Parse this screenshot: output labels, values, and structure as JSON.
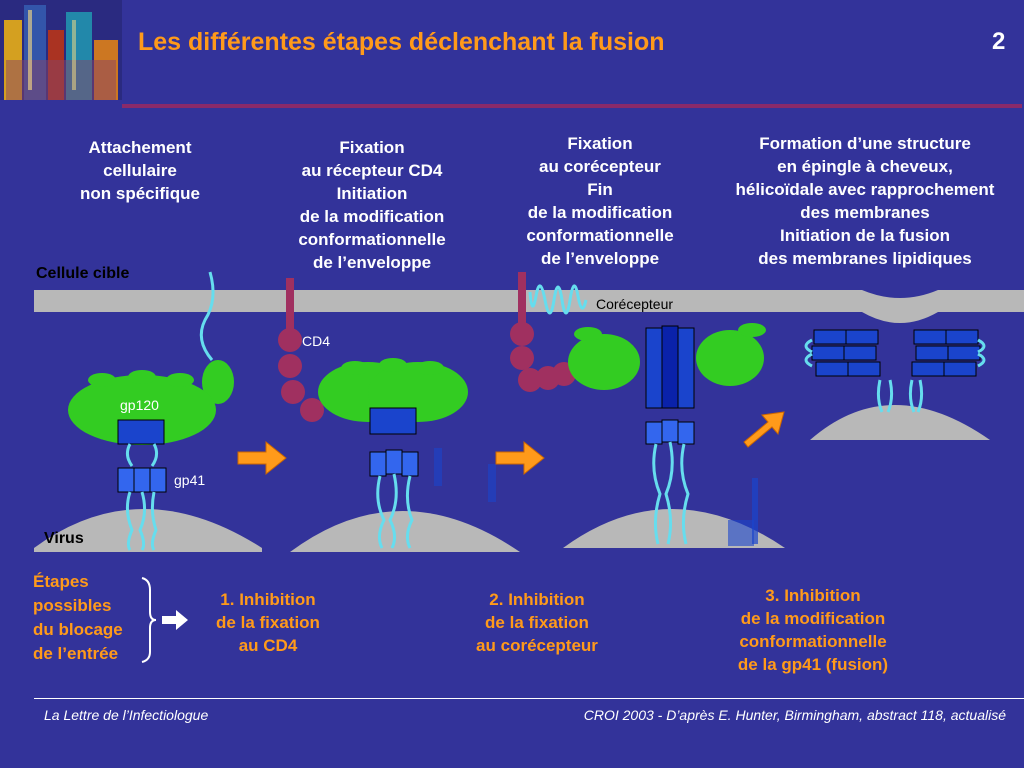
{
  "title": "Les différentes étapes déclenchant la fusion",
  "page_number": "2",
  "stages": [
    {
      "text": "Attachement\ncellulaire\nnon spécifique"
    },
    {
      "text": "Fixation\nau récepteur CD4\nInitiation\nde la modification\nconformationnelle\nde l’enveloppe"
    },
    {
      "text": "Fixation\nau corécepteur\nFin\nde la modification\nconformationnelle\nde l’enveloppe"
    },
    {
      "text": "Formation d’une structure\nen épingle à cheveux,\nhélicoïdale avec rapprochement\ndes membranes\nInitiation de la fusion\ndes membranes lipidiques"
    }
  ],
  "labels": {
    "target_cell": "Cellule cible",
    "virus": "Virus",
    "gp120": "gp120",
    "gp41": "gp41",
    "cd4": "CD4",
    "coreceptor": "Corécepteur"
  },
  "blocking": {
    "intro": "Étapes\npossibles\ndu blocage\nde l’entrée",
    "items": [
      "1. Inhibition\nde la fixation\nau CD4",
      "2. Inhibition\nde la fixation\nau corécepteur",
      "3. Inhibition\nde la modification\nconformationnelle\nde la gp41 (fusion)"
    ]
  },
  "footer": {
    "left": "La Lettre de l’Infectiologue",
    "right": "CROI 2003 - D’après E. Hunter, Birmingham, abstract 118, actualisé"
  },
  "colors": {
    "background": "#33339a",
    "title": "#ff9a1a",
    "gp120": "#33cc22",
    "gp41": "#1a44cc",
    "cd4": "#a03060",
    "membrane": "#b8b8b8",
    "arrow": "#ff9a1a",
    "fusion_peptide": "#66ddee"
  }
}
